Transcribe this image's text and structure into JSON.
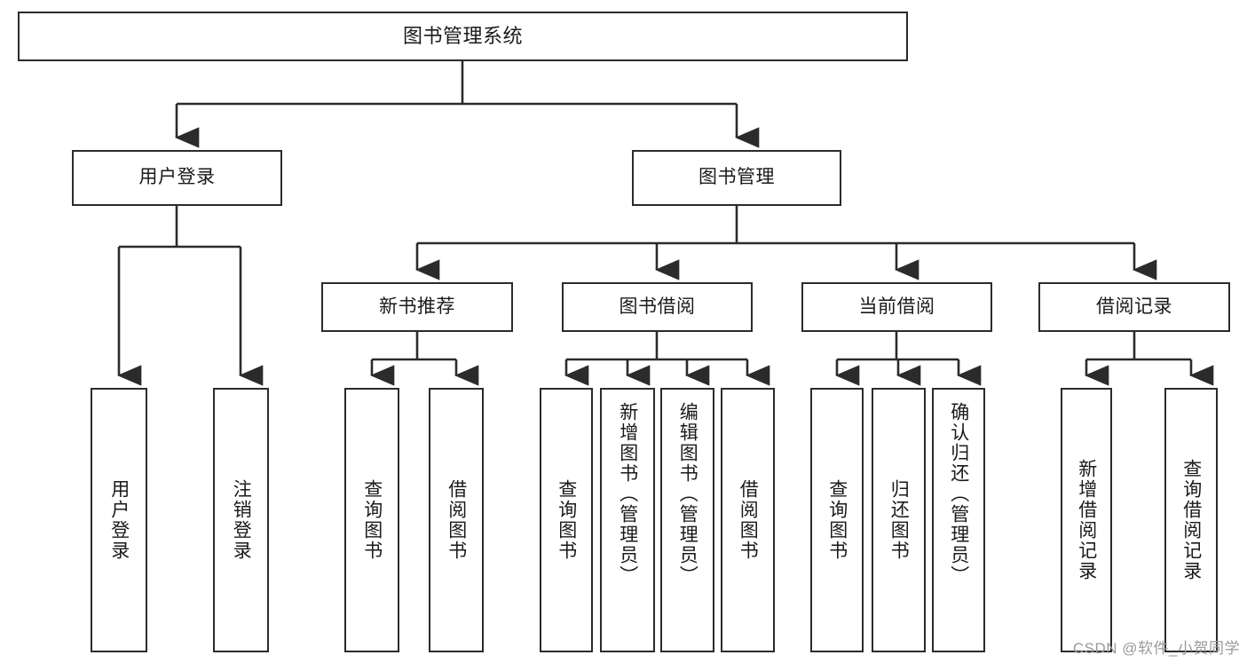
{
  "diagram": {
    "type": "tree-hierarchy-chart",
    "title": "图书管理系统",
    "stroke_color": "#2b2b2b",
    "background_color": "#ffffff",
    "text_color": "#1a1a1a",
    "levels": 4,
    "root": {
      "id": "root",
      "label": "图书管理系统",
      "orientation": "horizontal"
    },
    "level2": [
      {
        "id": "user-login",
        "label": "用户登录",
        "orientation": "horizontal"
      },
      {
        "id": "book-management",
        "label": "图书管理",
        "orientation": "horizontal"
      }
    ],
    "level3": [
      {
        "id": "new-book-recommend",
        "label": "新书推荐",
        "orientation": "horizontal",
        "parent": "book-management"
      },
      {
        "id": "book-borrow",
        "label": "图书借阅",
        "orientation": "horizontal",
        "parent": "book-management"
      },
      {
        "id": "current-borrow",
        "label": "当前借阅",
        "orientation": "horizontal",
        "parent": "book-management"
      },
      {
        "id": "borrow-record",
        "label": "借阅记录",
        "orientation": "horizontal",
        "parent": "book-management"
      }
    ],
    "leaves": [
      {
        "id": "leaf-user-login",
        "label": "用户登录",
        "parent": "user-login"
      },
      {
        "id": "leaf-logout-login",
        "label": "注销登录",
        "parent": "user-login"
      },
      {
        "id": "leaf-query-book-1",
        "label": "查询图书",
        "parent": "new-book-recommend"
      },
      {
        "id": "leaf-borrow-book-1",
        "label": "借阅图书",
        "parent": "new-book-recommend"
      },
      {
        "id": "leaf-query-book-2",
        "label": "查询图书",
        "parent": "book-borrow"
      },
      {
        "id": "leaf-add-book",
        "label": "新增图书（管理员）",
        "parent": "book-borrow"
      },
      {
        "id": "leaf-edit-book",
        "label": "编辑图书（管理员）",
        "parent": "book-borrow"
      },
      {
        "id": "leaf-borrow-book-2",
        "label": "借阅图书",
        "parent": "book-borrow"
      },
      {
        "id": "leaf-query-book-3",
        "label": "查询图书",
        "parent": "current-borrow"
      },
      {
        "id": "leaf-return-book",
        "label": "归还图书",
        "parent": "current-borrow"
      },
      {
        "id": "leaf-confirm-return",
        "label": "确认归还（管理员）",
        "parent": "current-borrow"
      },
      {
        "id": "leaf-add-record",
        "label": "新增借阅记录",
        "parent": "borrow-record"
      },
      {
        "id": "leaf-query-record",
        "label": "查询借阅记录",
        "parent": "borrow-record"
      }
    ]
  },
  "watermark": {
    "text": "CSDN @软件_小贺同学"
  }
}
